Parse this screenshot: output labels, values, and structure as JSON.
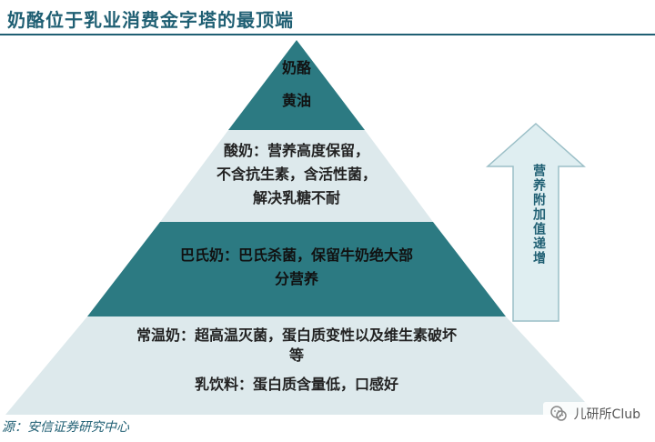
{
  "title": "奶酪位于乳业消费金字塔的最顶端",
  "pyramid": {
    "tiers": [
      {
        "lines": [
          "奶酪",
          "黄油"
        ]
      },
      {
        "lines": [
          "酸奶：营养高度保留，",
          "不含抗生素，含活性菌，",
          "解决乳糖不耐"
        ]
      },
      {
        "lines": [
          "巴氏奶：巴氏杀菌，保留牛奶绝大部",
          "分营养"
        ]
      },
      {
        "lines": [
          "常温奶：超高温灭菌，蛋白质变性以及维生素破坏",
          "等",
          "乳饮料：蛋白质含量低，口感好"
        ]
      }
    ]
  },
  "arrow": {
    "label": "营养附加值递增"
  },
  "source": "源：安信证券研究中心",
  "watermark": {
    "text": "儿研所Club",
    "icon": "wechat-icon"
  },
  "colors": {
    "title": "#1f5f73",
    "tier_dark": "#2c7a82",
    "tier_light": "#dde9ec",
    "arrow_fill": "#dfeef1",
    "arrow_stroke": "#9bbfc7"
  }
}
